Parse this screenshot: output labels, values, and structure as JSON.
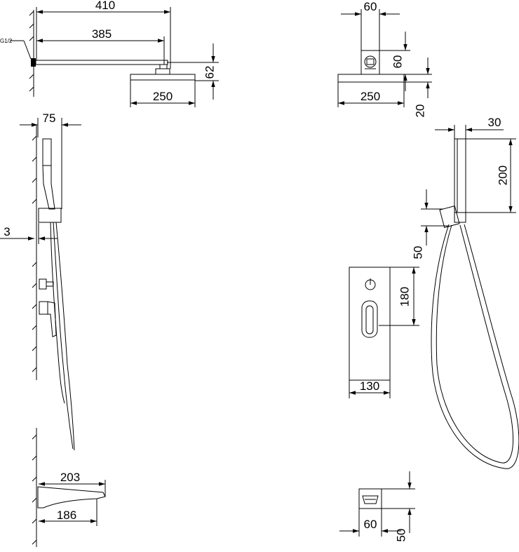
{
  "diagram": {
    "connection_label": "G1/2",
    "dimensions": {
      "arm_total": "410",
      "arm_reach": "385",
      "head_drop": "62",
      "head_width_side": "250",
      "flange_width": "60",
      "flange_height": "60",
      "head_width_front": "250",
      "head_thickness": "20",
      "bar_projection": "75",
      "wall_gap": "3",
      "holder_width": "30",
      "holder_height": "200",
      "elbow_height": "50",
      "valve_height": "180",
      "valve_width": "130",
      "spout_length": "203",
      "spout_reach": "186",
      "spout_front_width": "60",
      "spout_front_height": "50"
    }
  }
}
